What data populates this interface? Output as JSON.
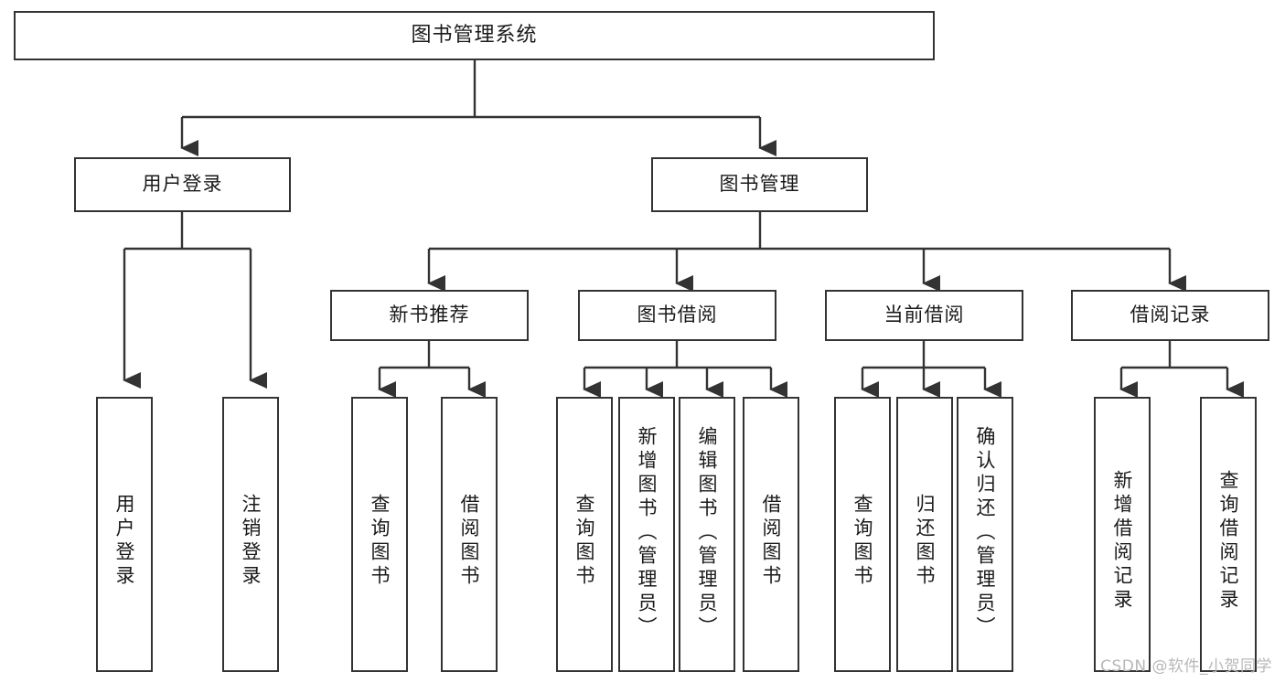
{
  "diagram": {
    "title": "图书管理系统",
    "type": "hierarchy-tree",
    "watermark": "CSDN @软件_小贺同学",
    "colors": {
      "box_border": "#333333",
      "box_fill": "#ffffff",
      "edge": "#333333",
      "text": "#1a1a1a",
      "watermark": "#b8b8b8"
    },
    "nodes": {
      "root": {
        "label": "图书管理系统"
      },
      "level2": [
        {
          "id": "user-login",
          "label": "用户登录"
        },
        {
          "id": "book-manage",
          "label": "图书管理"
        }
      ],
      "level3": [
        {
          "id": "new-book-recommend",
          "label": "新书推荐"
        },
        {
          "id": "book-borrow",
          "label": "图书借阅"
        },
        {
          "id": "current-borrow",
          "label": "当前借阅"
        },
        {
          "id": "borrow-record",
          "label": "借阅记录"
        }
      ],
      "leaves": [
        {
          "id": "leaf-user-login",
          "label": "用户登录",
          "parent": "user-login"
        },
        {
          "id": "leaf-logout",
          "label": "注销登录",
          "parent": "user-login"
        },
        {
          "id": "leaf-query-book-1",
          "label": "查询图书",
          "parent": "new-book-recommend"
        },
        {
          "id": "leaf-borrow-book-1",
          "label": "借阅图书",
          "parent": "new-book-recommend"
        },
        {
          "id": "leaf-query-book-2",
          "label": "查询图书",
          "parent": "book-borrow"
        },
        {
          "id": "leaf-add-book",
          "label": "新增图书（管理员）",
          "parent": "book-borrow"
        },
        {
          "id": "leaf-edit-book",
          "label": "编辑图书（管理员）",
          "parent": "book-borrow"
        },
        {
          "id": "leaf-borrow-book-2",
          "label": "借阅图书",
          "parent": "book-borrow"
        },
        {
          "id": "leaf-query-book-3",
          "label": "查询图书",
          "parent": "current-borrow"
        },
        {
          "id": "leaf-return-book",
          "label": "归还图书",
          "parent": "current-borrow"
        },
        {
          "id": "leaf-confirm-return",
          "label": "确认归还（管理员）",
          "parent": "current-borrow"
        },
        {
          "id": "leaf-add-record",
          "label": "新增借阅记录",
          "parent": "borrow-record"
        },
        {
          "id": "leaf-query-record",
          "label": "查询借阅记录",
          "parent": "borrow-record"
        }
      ]
    }
  }
}
